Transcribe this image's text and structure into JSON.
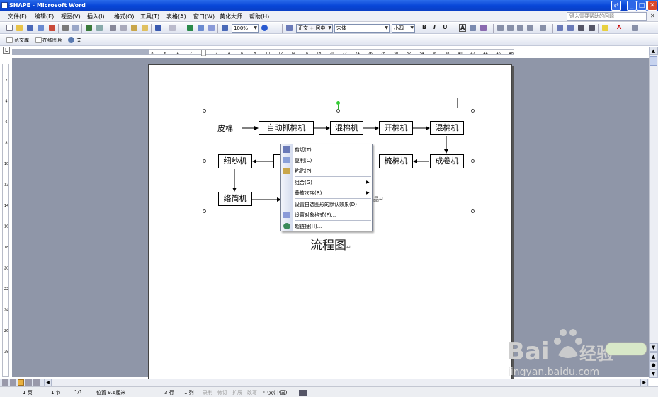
{
  "window": {
    "title": "SHAPE - Microsoft Word"
  },
  "menubar": {
    "items": [
      "文件(F)",
      "编辑(E)",
      "视图(V)",
      "插入(I)",
      "格式(O)",
      "工具(T)",
      "表格(A)",
      "窗口(W)",
      "美化大师",
      "帮助(H)"
    ],
    "help_placeholder": "键入需要帮助的问题"
  },
  "toolbar": {
    "zoom": "100%",
    "style": "正文 + 居中",
    "font": "宋体",
    "size": "小四",
    "bold": "B",
    "italic": "I",
    "underline": "U",
    "char_border": "A"
  },
  "toolbar3": {
    "items": [
      "范文库",
      "在线图片",
      "关于"
    ]
  },
  "ruler": {
    "ticks": [
      "8",
      "6",
      "4",
      "2",
      "",
      "2",
      "4",
      "6",
      "8",
      "10",
      "12",
      "14",
      "16",
      "18",
      "20",
      "22",
      "24",
      "26",
      "28",
      "30",
      "32",
      "34",
      "36",
      "38",
      "40",
      "42",
      "44",
      "46",
      "48"
    ]
  },
  "ruler_v": {
    "ticks": [
      "2",
      "4",
      "6",
      "8",
      "10",
      "12",
      "14",
      "16",
      "18",
      "20",
      "22",
      "24",
      "26",
      "28"
    ]
  },
  "document": {
    "start_label": "皮棉",
    "boxes": [
      "自动抓棉机",
      "混棉机",
      "开棉机",
      "混棉机",
      "成卷机",
      "梳棉机",
      "细纱机",
      "络筒机"
    ],
    "caption": "流程图",
    "para_mark": "↵"
  },
  "context_menu": {
    "items": [
      "剪切(T)",
      "复制(C)",
      "粘贴(P)",
      "组合(G)",
      "叠放次序(R)",
      "设置自选图形的默认效果(D)",
      "设置对象格式(F)...",
      "超链接(H)..."
    ]
  },
  "statusbar": {
    "page": "1 页",
    "section": "1 节",
    "pages": "1/1",
    "position": "位置 9.6厘米",
    "line": "3 行",
    "col": "1 列",
    "rec": "录制",
    "trk": "修订",
    "ext": "扩展",
    "ovr": "改写",
    "lang": "中文(中国)"
  },
  "watermark": {
    "text": "Baidu经验",
    "url": "jingyan.baidu.com"
  }
}
